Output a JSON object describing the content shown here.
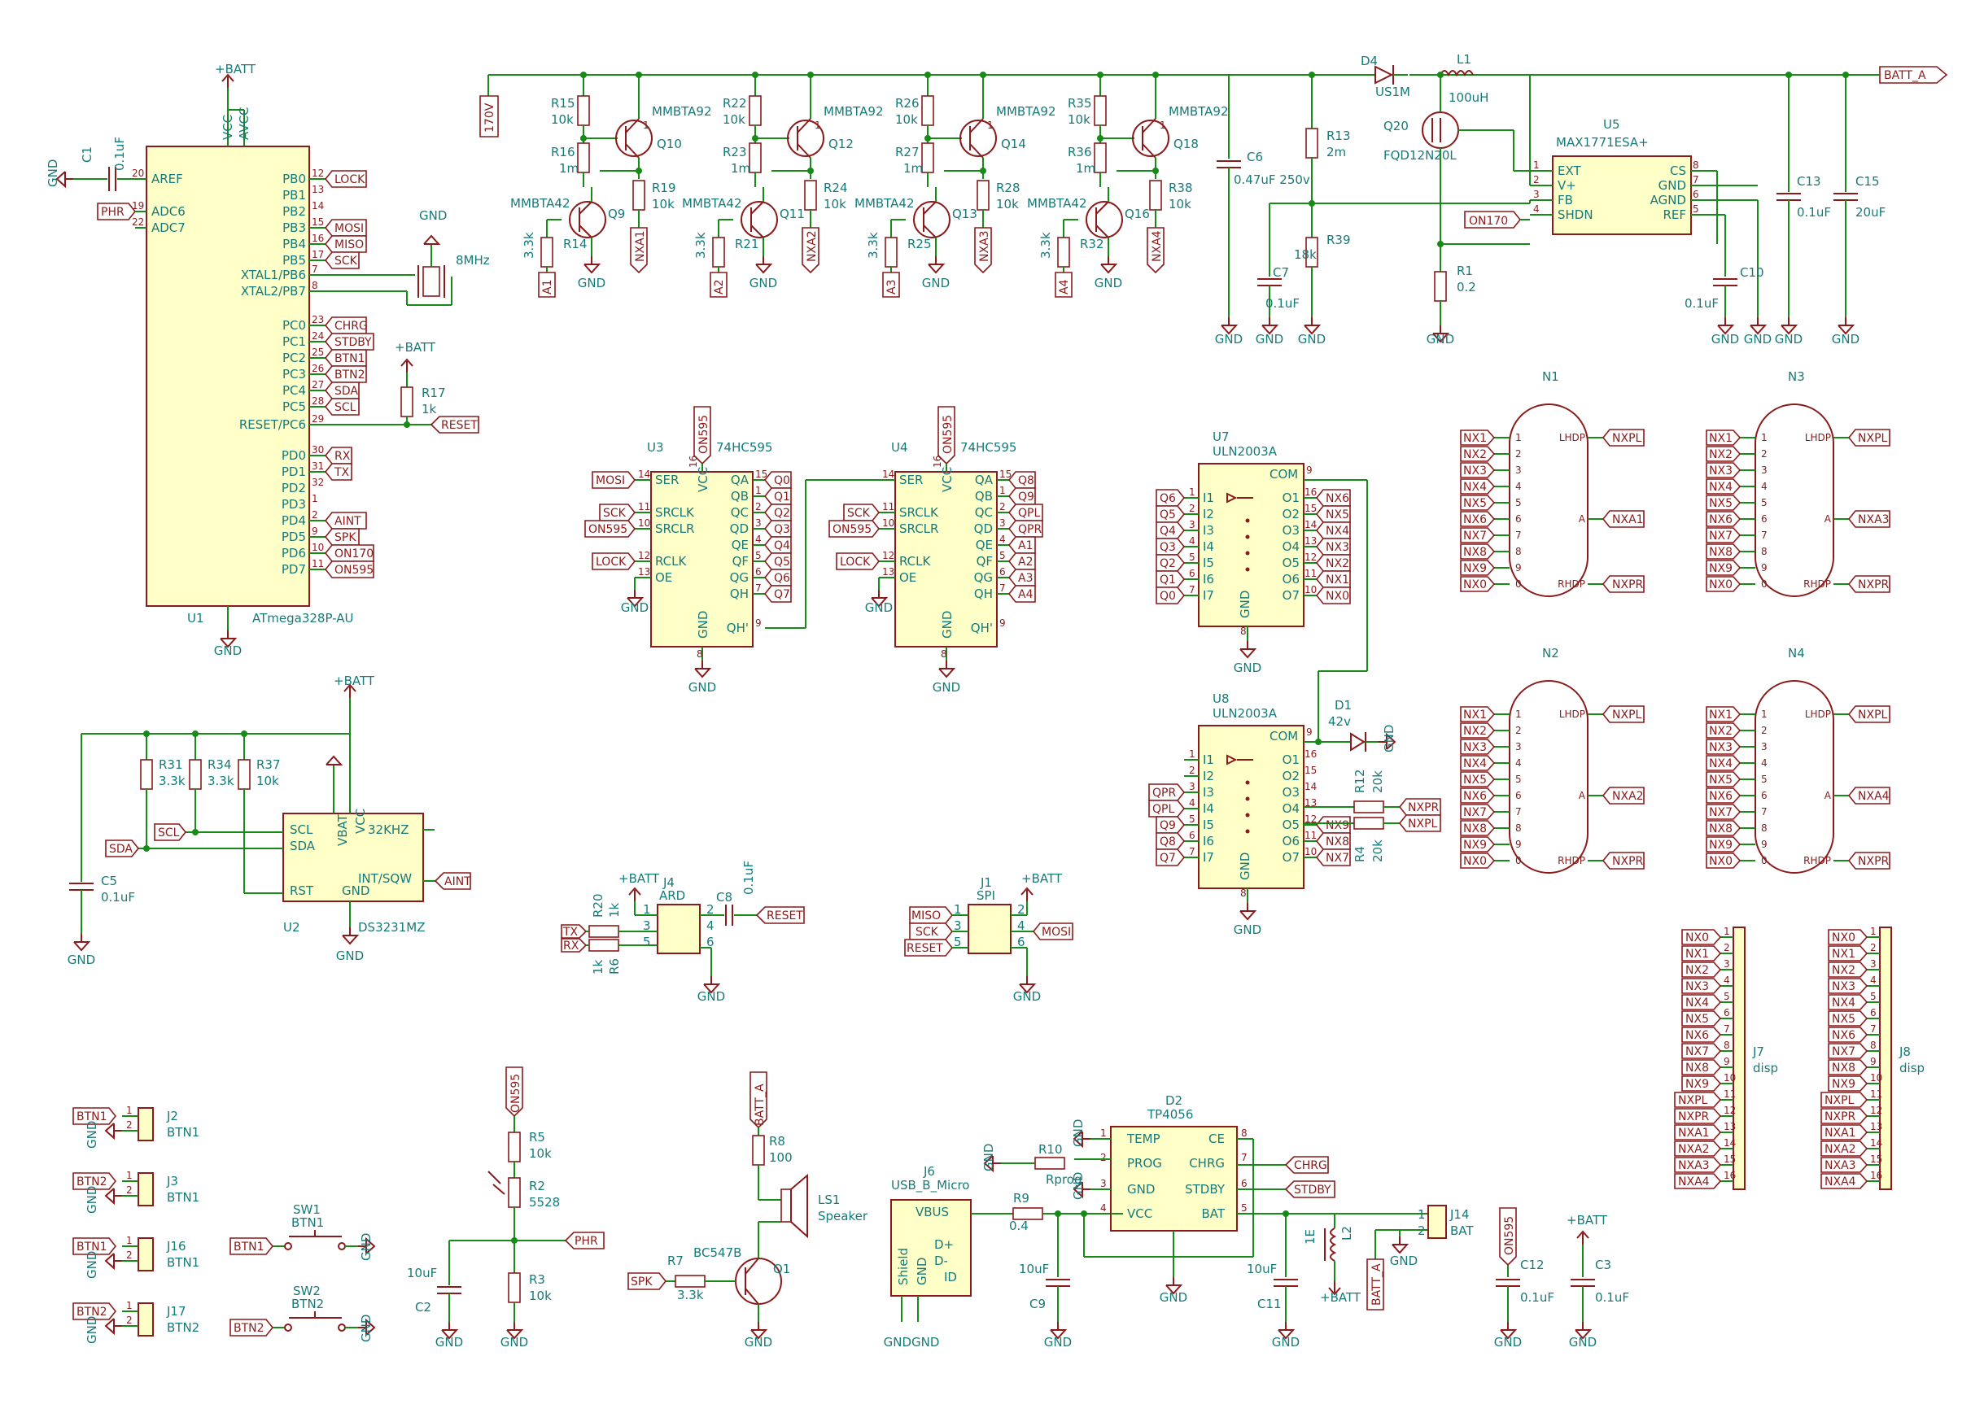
{
  "colors": {
    "wire": "#188a18",
    "body": "#8b1a1a",
    "fill": "#ffffc8",
    "text": "#167a7a"
  },
  "resistors": [
    {
      "ref": "R15",
      "val": "10k"
    },
    {
      "ref": "R16",
      "val": "1m"
    },
    {
      "ref": "R19",
      "val": "10k"
    },
    {
      "ref": "R14",
      "val": "3.3k"
    },
    {
      "ref": "R22",
      "val": "10k"
    },
    {
      "ref": "R23",
      "val": "1m"
    },
    {
      "ref": "R24",
      "val": "10k"
    },
    {
      "ref": "R21",
      "val": "3.3k"
    },
    {
      "ref": "R26",
      "val": "10k"
    },
    {
      "ref": "R27",
      "val": "1m"
    },
    {
      "ref": "R28",
      "val": "10k"
    },
    {
      "ref": "R25",
      "val": "3.3k"
    },
    {
      "ref": "R35",
      "val": "10k"
    },
    {
      "ref": "R36",
      "val": "1m"
    },
    {
      "ref": "R38",
      "val": "10k"
    },
    {
      "ref": "R32",
      "val": "3.3k"
    },
    {
      "ref": "R13",
      "val": "2m"
    },
    {
      "ref": "R39",
      "val": "18k"
    },
    {
      "ref": "R1",
      "val": "0.2"
    },
    {
      "ref": "R17",
      "val": "1k"
    },
    {
      "ref": "R31",
      "val": "3.3k"
    },
    {
      "ref": "R34",
      "val": "3.3k"
    },
    {
      "ref": "R37",
      "val": "10k"
    },
    {
      "ref": "R5",
      "val": "10k"
    },
    {
      "ref": "R3",
      "val": "10k"
    },
    {
      "ref": "R8",
      "val": "100"
    },
    {
      "ref": "R7",
      "val": "3.3k"
    },
    {
      "ref": "R9",
      "val": "0.4"
    },
    {
      "ref": "R10",
      "val": "Rprog"
    },
    {
      "ref": "R12",
      "val": "20k"
    },
    {
      "ref": "R4",
      "val": "20k"
    }
  ],
  "capacitors": [
    {
      "ref": "C1",
      "val": "0.1uF"
    },
    {
      "ref": "C6",
      "val": "0.47uF 250v"
    },
    {
      "ref": "C7",
      "val": "0.1uF"
    },
    {
      "ref": "C10",
      "val": "0.1uF"
    },
    {
      "ref": "C13",
      "val": "0.1uF"
    },
    {
      "ref": "C15",
      "val": "20uF"
    },
    {
      "ref": "C5",
      "val": "0.1uF"
    },
    {
      "ref": "C8",
      "val": "0.1uF"
    },
    {
      "ref": "C2",
      "val": "10uF"
    },
    {
      "ref": "C9",
      "val": "10uF"
    },
    {
      "ref": "C11",
      "val": "10uF"
    },
    {
      "ref": "C12",
      "val": "0.1uF"
    },
    {
      "ref": "C3",
      "val": "0.1uF"
    }
  ],
  "hv_stage": [
    {
      "pnp": "Q10",
      "npn": "Q9",
      "out": "NXA1",
      "in": "A1"
    },
    {
      "pnp": "Q12",
      "npn": "Q11",
      "out": "NXA2",
      "in": "A2"
    },
    {
      "pnp": "Q14",
      "npn": "Q13",
      "out": "NXA3",
      "in": "A3"
    },
    {
      "pnp": "Q18",
      "npn": "Q16",
      "out": "NXA4",
      "in": "A4"
    }
  ],
  "parts": {
    "pnp": "MMBTA92",
    "npn": "MMBTA42"
  },
  "labels": {
    "batt": "+BATT",
    "gnd": "GND",
    "v170": "170V",
    "batt_a": "BATT_A",
    "d4": "D4",
    "d4v": "US1M",
    "l1": "L1",
    "l1v": "100uH",
    "q20": "Q20",
    "q20v": "FQD12N20L",
    "u5": "U5",
    "u5v": "MAX1771ESA+",
    "on170": "ON170",
    "on595": "ON595",
    "u1": "U1",
    "u1v": "ATmega328P-AU",
    "xtal": "8MHz",
    "u2": "U2",
    "u2v": "DS3231MZ",
    "u3": "U3",
    "u4": "U4",
    "u34v": "74HC595",
    "u7": "U7",
    "u8": "U8",
    "u78v": "ULN2003A",
    "d1": "D1",
    "d1v": "42v",
    "j4": "J4",
    "j4v": "ARD",
    "j1": "J1",
    "j1v": "SPI",
    "r20": "R20",
    "r20v": "1k",
    "r6": "R6",
    "r6v": "1k",
    "r2": "R2",
    "r2v": "5528",
    "phr": "PHR",
    "ls1": "LS1",
    "ls1v": "Speaker",
    "q1": "Q1",
    "q1v": "BC547B",
    "spk": "SPK",
    "j6": "J6",
    "j6v": "USB_B_Micro",
    "d2": "D2",
    "d2v": "TP4056",
    "j14": "J14",
    "j14v": "BAT",
    "l2": "L2",
    "l2v": "1E",
    "reset": "RESET",
    "aint": "AINT",
    "sda": "SDA",
    "scl": "SCL",
    "tx": "TX",
    "rx": "RX",
    "miso": "MISO",
    "mosi": "MOSI",
    "sck": "SCK"
  },
  "u1_left": [
    [
      "AREF",
      "20"
    ],
    [
      "ADC6",
      "19"
    ],
    [
      "ADC7",
      "22"
    ]
  ],
  "u1_right": [
    [
      "PB0",
      "12",
      "LOCK"
    ],
    [
      "PB1",
      "13",
      ""
    ],
    [
      "PB2",
      "14",
      ""
    ],
    [
      "PB3",
      "15",
      "MOSI"
    ],
    [
      "PB4",
      "16",
      "MISO"
    ],
    [
      "PB5",
      "17",
      "SCK"
    ],
    [
      "XTAL1/PB6",
      "7",
      ""
    ],
    [
      "XTAL2/PB7",
      "8",
      ""
    ],
    [
      "PC0",
      "23",
      "CHRG"
    ],
    [
      "PC1",
      "24",
      "STDBY"
    ],
    [
      "PC2",
      "25",
      "BTN1"
    ],
    [
      "PC3",
      "26",
      "BTN2"
    ],
    [
      "PC4",
      "27",
      "SDA"
    ],
    [
      "PC5",
      "28",
      "SCL"
    ],
    [
      "RESET/PC6",
      "29",
      ""
    ],
    [
      "PD0",
      "30",
      "RX"
    ],
    [
      "PD1",
      "31",
      "TX"
    ],
    [
      "PD2",
      "32",
      ""
    ],
    [
      "PD3",
      "1",
      ""
    ],
    [
      "PD4",
      "2",
      "AINT"
    ],
    [
      "PD5",
      "9",
      "SPK"
    ],
    [
      "PD6",
      "10",
      "ON170"
    ],
    [
      "PD7",
      "11",
      "ON595"
    ]
  ],
  "u5_left": [
    [
      "EXT",
      "1"
    ],
    [
      "V+",
      "2"
    ],
    [
      "FB",
      "3"
    ],
    [
      "SHDN",
      "4"
    ]
  ],
  "u5_right": [
    [
      "CS",
      "8"
    ],
    [
      "GND",
      "7"
    ],
    [
      "AGND",
      "6"
    ],
    [
      "REF",
      "5"
    ]
  ],
  "sr_left": [
    [
      "SER",
      "14"
    ],
    [
      "SRCLK",
      "11"
    ],
    [
      "SRCLR",
      "10"
    ],
    [
      "RCLK",
      "12"
    ],
    [
      "OE",
      "13"
    ]
  ],
  "sr_pins": [
    [
      "QA",
      "15"
    ],
    [
      "QB",
      "1"
    ],
    [
      "QC",
      "2"
    ],
    [
      "QD",
      "3"
    ],
    [
      "QE",
      "4"
    ],
    [
      "QF",
      "5"
    ],
    [
      "QG",
      "6"
    ],
    [
      "QH",
      "7"
    ]
  ],
  "u3_out": [
    "Q0",
    "Q1",
    "Q2",
    "Q3",
    "Q4",
    "Q5",
    "Q6",
    "Q7"
  ],
  "u4_out": [
    "Q8",
    "Q9",
    "QPL",
    "QPR",
    "A1",
    "A2",
    "A3",
    "A4"
  ],
  "u3_in": [
    "MOSI",
    "SCK",
    "ON595",
    "LOCK"
  ],
  "u4_in": [
    "SCK",
    "ON595",
    "LOCK"
  ],
  "uln_pins_in": [
    "1",
    "2",
    "3",
    "4",
    "5",
    "6",
    "7"
  ],
  "uln_pins_out": [
    "16",
    "15",
    "14",
    "13",
    "12",
    "11",
    "10"
  ],
  "u7_in": [
    "Q6",
    "Q5",
    "Q4",
    "Q3",
    "Q2",
    "Q1",
    "Q0"
  ],
  "u7_out": [
    "NX6",
    "NX5",
    "NX4",
    "NX3",
    "NX2",
    "NX1",
    "NX0"
  ],
  "u8_in": [
    "",
    "",
    "QPR",
    "QPL",
    "Q9",
    "Q8",
    "Q7"
  ],
  "u8_out": [
    "",
    "",
    "NXPR",
    "NXPL",
    "NX9",
    "NX8",
    "NX7"
  ],
  "nixie_in": [
    "NX1",
    "NX2",
    "NX3",
    "NX4",
    "NX5",
    "NX6",
    "NX7",
    "NX8",
    "NX9",
    "NX0"
  ],
  "nixie_pins": [
    "1",
    "2",
    "3",
    "4",
    "5",
    "6",
    "7",
    "8",
    "9",
    "0"
  ],
  "nixies": [
    {
      "ref": "N1",
      "a": "NXA1"
    },
    {
      "ref": "N3",
      "a": "NXA3"
    },
    {
      "ref": "N2",
      "a": "NXA2"
    },
    {
      "ref": "N4",
      "a": "NXA4"
    }
  ],
  "nixie_r": [
    "LHDP",
    "A",
    "RHDP"
  ],
  "nixie_rl": [
    "NXPL",
    "",
    "NXPR"
  ],
  "disp_conn": [
    "NX0",
    "NX1",
    "NX2",
    "NX3",
    "NX4",
    "NX5",
    "NX6",
    "NX7",
    "NX8",
    "NX9",
    "NXPL",
    "NXPR",
    "NXA1",
    "NXA2",
    "NXA3",
    "NXA4"
  ],
  "disp_refs": [
    {
      "ref": "J7",
      "val": "disp"
    },
    {
      "ref": "J8",
      "val": "disp"
    }
  ],
  "btn_conns": [
    {
      "ref": "J2",
      "val": "BTN1",
      "net": "BTN1"
    },
    {
      "ref": "J3",
      "val": "BTN1",
      "net": "BTN2"
    },
    {
      "ref": "J16",
      "val": "BTN1",
      "net": "BTN1"
    },
    {
      "ref": "J17",
      "val": "BTN2",
      "net": "BTN2"
    }
  ],
  "switches": [
    {
      "ref": "SW1",
      "val": "BTN1",
      "net": "BTN1"
    },
    {
      "ref": "SW2",
      "val": "BTN2",
      "net": "BTN2"
    }
  ],
  "tp_left": [
    [
      "TEMP",
      "1"
    ],
    [
      "PROG",
      "2"
    ],
    [
      "GND",
      "3"
    ],
    [
      "VCC",
      "4"
    ]
  ],
  "tp_right": [
    [
      "CE",
      "8"
    ],
    [
      "CHRG",
      "7"
    ],
    [
      "STDBY",
      "6"
    ],
    [
      "BAT",
      "5"
    ]
  ],
  "j6_pins": [
    "VBUS",
    "D+",
    "D-",
    "ID",
    "Shield",
    "GND"
  ]
}
